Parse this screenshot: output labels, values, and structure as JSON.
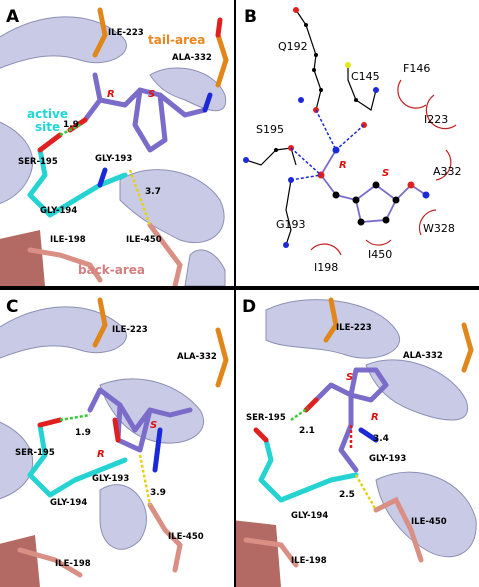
{
  "panel_a": {
    "label": "A",
    "residues": {
      "ile223": "ILE-223",
      "ala332": "ALA-332",
      "ser195": "SER-195",
      "gly193": "GLY-193",
      "gly194": "GLY-194",
      "ile198": "ILE-198",
      "ile450": "ILE-450"
    },
    "tail_area": "tail-area",
    "back_area": "back-area",
    "active_site_line1": "active",
    "active_site_line2": "site",
    "dist_hbond": "1.9",
    "dist_back": "3.7",
    "chiral_r": "R",
    "chiral_s": "S"
  },
  "panel_b": {
    "label": "B",
    "residues": {
      "q192": "Q192",
      "c145": "C145",
      "f146": "F146",
      "s195": "S195",
      "i223": "I223",
      "a332": "A332",
      "g193": "G193",
      "w328": "W328",
      "i450": "I450",
      "i198": "I198"
    },
    "chiral_r": "R",
    "chiral_s": "S"
  },
  "panel_c": {
    "label": "C",
    "residues": {
      "ile223": "ILE-223",
      "ala332": "ALA-332",
      "ser195": "SER-195",
      "gly193": "GLY-193",
      "gly194": "GLY-194",
      "ile198": "ILE-198",
      "ile450": "ILE-450"
    },
    "dist_hbond": "1.9",
    "dist_back": "3.9",
    "chiral_r": "R",
    "chiral_s": "S"
  },
  "panel_d": {
    "label": "D",
    "residues": {
      "ile223": "ILE-223",
      "ala332": "ALA-332",
      "ser195": "SER-195",
      "gly193": "GLY-193",
      "gly194": "GLY-194",
      "ile198": "ILE-198",
      "ile450": "ILE-450"
    },
    "dist_hbond": "2.1",
    "dist_red": "3.4",
    "dist_back": "2.5",
    "chiral_r": "R",
    "chiral_s": "S"
  },
  "colors": {
    "helix": "#c9cbe6",
    "ligand": "#7b6cc9",
    "cyan": "#25d3d3",
    "salmon": "#d98f84",
    "orange": "#e0871c",
    "red": "#e02020",
    "blue": "#1b2ad6",
    "hbond_green": "#33cc33",
    "dist_yellow": "#e6d11a"
  }
}
